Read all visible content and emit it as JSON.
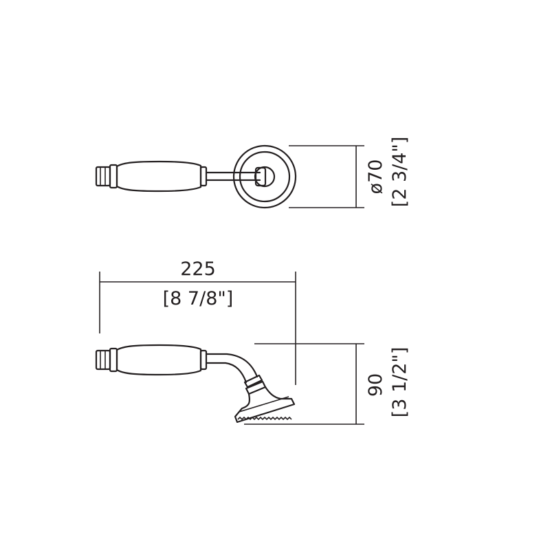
{
  "dimensions": {
    "face_diameter_mm": "ø70",
    "face_diameter_in": "[2 3/4\"]",
    "length_mm": "225",
    "length_in": "[8 7/8\"]",
    "height_mm": "90",
    "height_in": "[3 1/2\"]"
  }
}
